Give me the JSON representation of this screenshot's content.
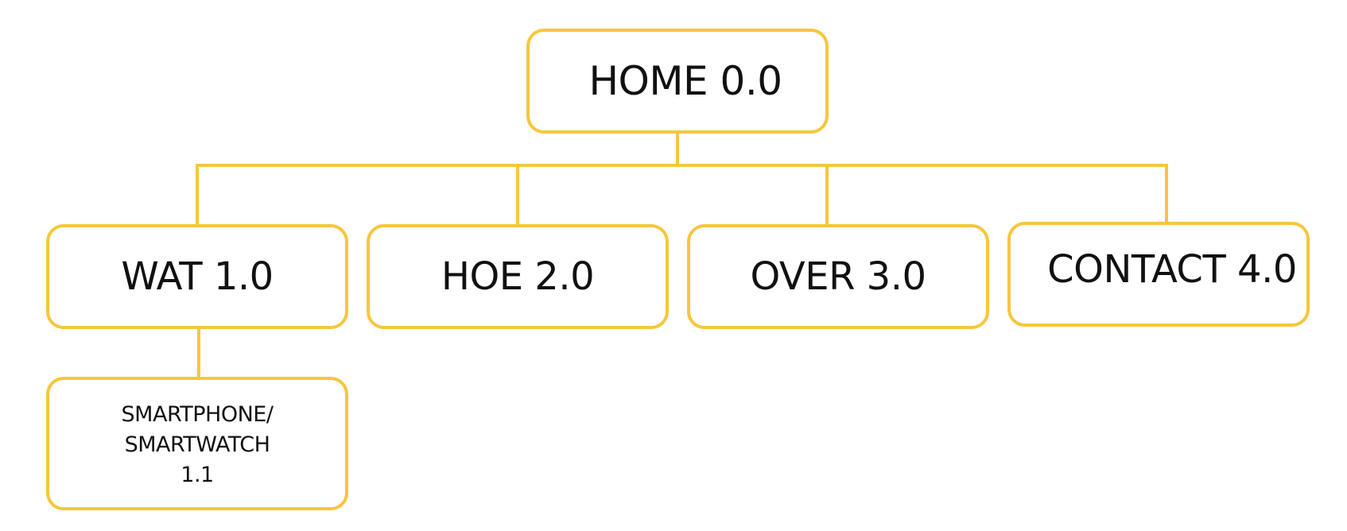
{
  "diagram": {
    "accent_color": "#F7C63D",
    "text_color": "#111111",
    "root": {
      "label": "HOME 0.0"
    },
    "children": [
      {
        "label": "WAT 1.0"
      },
      {
        "label": "HOE 2.0"
      },
      {
        "label": "OVER 3.0"
      },
      {
        "label": "CONTACT 4.0"
      }
    ],
    "grandchildren": [
      {
        "parent": "WAT 1.0",
        "label": "SMARTPHONE/\nSMARTWATCH\n1.1"
      }
    ]
  }
}
